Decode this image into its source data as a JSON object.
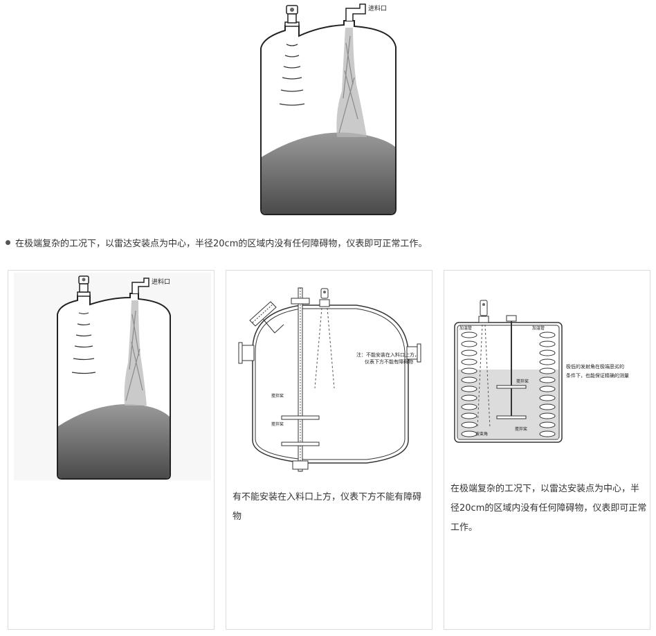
{
  "hero": {
    "inlet_label": "进料口"
  },
  "caption": {
    "text": "在极端复杂的工况下，以雷达安装点为中心，半径20cm的区域内没有任何障碍物，仪表即可正常工作。"
  },
  "cards": [
    {
      "inlet_label": "进料口"
    },
    {
      "note_label": "注：不能安装在入料口上方，",
      "note_label2": "仪表下方不能有障碍物",
      "agitator_label_1": "搅拌桨",
      "agitator_label_2": "搅拌桨",
      "text": "有不能安装在入料口上方，仪表下方不能有障碍物"
    },
    {
      "heater_left": "加温管",
      "heater_right": "加温管",
      "agitator_label_1": "搅拌桨",
      "agitator_label_2": "搅拌桨",
      "wave_label": "波束角",
      "note_label": "极低的发射角在极端恶劣的",
      "note_label2": "条件下，也能保证精确的测量",
      "text": "在极端复杂的工况下，以雷达安装点为中心，半径20cm的区域内没有任何障碍物，仪表即可正常工作。"
    }
  ]
}
